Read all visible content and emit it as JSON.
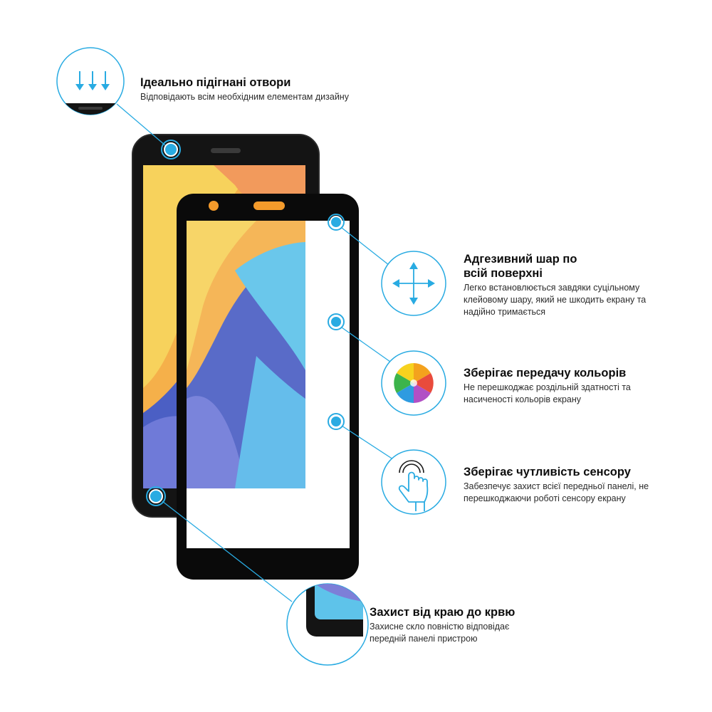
{
  "features": {
    "holes": {
      "title": "Ідеально підігнані отвори",
      "description": "Відповідають всім необхідним елементам дизайну"
    },
    "adhesive": {
      "title": "Адгезивний шар по всій поверхні",
      "description": "Легко встановлюється завдяки суцільному клейовому шару, який не шкодить екрану та надійно тримається"
    },
    "colors": {
      "title": "Зберігає передачу кольорів",
      "description": "Не перешкоджає роздільній здатності та насиченості кольорів екрану"
    },
    "touch": {
      "title": "Зберігає чутливість сенсору",
      "description": "Забезпечує захист всієї передньої панелі, не перешкоджаючи роботі сенсору екрану"
    },
    "edge": {
      "title": "Захист від краю до крвю",
      "description": "Захисне скло повністю відповідає передній панелі пристрою"
    }
  },
  "colors": {
    "accent": "#29abe2",
    "phone_body": "#141414",
    "glass_frame": "#0a0a0a",
    "camera_orange": "#f39a2b"
  },
  "icons": [
    "arrows-down-icon",
    "move-arrows-icon",
    "color-wheel-icon",
    "touch-hand-icon",
    "edge-corner-icon"
  ]
}
